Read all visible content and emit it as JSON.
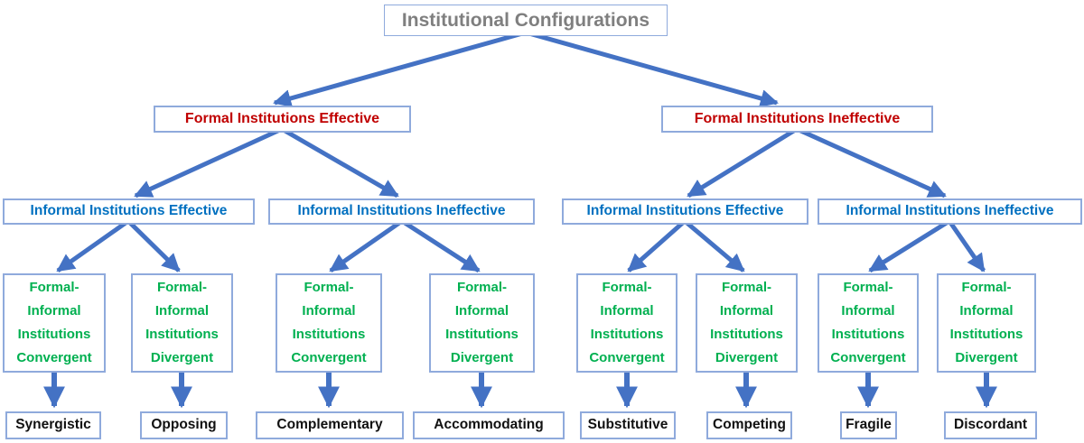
{
  "diagram": {
    "title": "Institutional Configurations",
    "colors": {
      "arrow": "#4472C4",
      "box_border": "#8FAADC",
      "root_text": "#7F7F7F",
      "level2_text": "#C00000",
      "level3_text": "#0070C0",
      "level4_text": "#00B050",
      "outcome_text": "#111111"
    },
    "root": {
      "label": "Institutional Configurations"
    },
    "level2": [
      {
        "label": "Formal Institutions Effective"
      },
      {
        "label": "Formal Institutions Ineffective"
      }
    ],
    "level3": [
      {
        "label": "Informal Institutions Effective"
      },
      {
        "label": "Informal Institutions Ineffective"
      },
      {
        "label": "Informal Institutions Effective"
      },
      {
        "label": "Informal Institutions Ineffective"
      }
    ],
    "level4": [
      {
        "label": "Formal-\nInformal\nInstitutions\nConvergent"
      },
      {
        "label": "Formal-\nInformal\nInstitutions\nDivergent"
      },
      {
        "label": "Formal-\nInformal\nInstitutions\nConvergent"
      },
      {
        "label": "Formal-\nInformal\nInstitutions\nDivergent"
      },
      {
        "label": "Formal-\nInformal\nInstitutions\nConvergent"
      },
      {
        "label": "Formal-\nInformal\nInstitutions\nDivergent"
      },
      {
        "label": "Formal-\nInformal\nInstitutions\nConvergent"
      },
      {
        "label": "Formal-\nInformal\nInstitutions\nDivergent"
      }
    ],
    "outcomes": [
      {
        "label": "Synergistic"
      },
      {
        "label": "Opposing"
      },
      {
        "label": "Complementary"
      },
      {
        "label": "Accommodating"
      },
      {
        "label": "Substitutive"
      },
      {
        "label": "Competing"
      },
      {
        "label": "Fragile"
      },
      {
        "label": "Discordant"
      }
    ]
  }
}
